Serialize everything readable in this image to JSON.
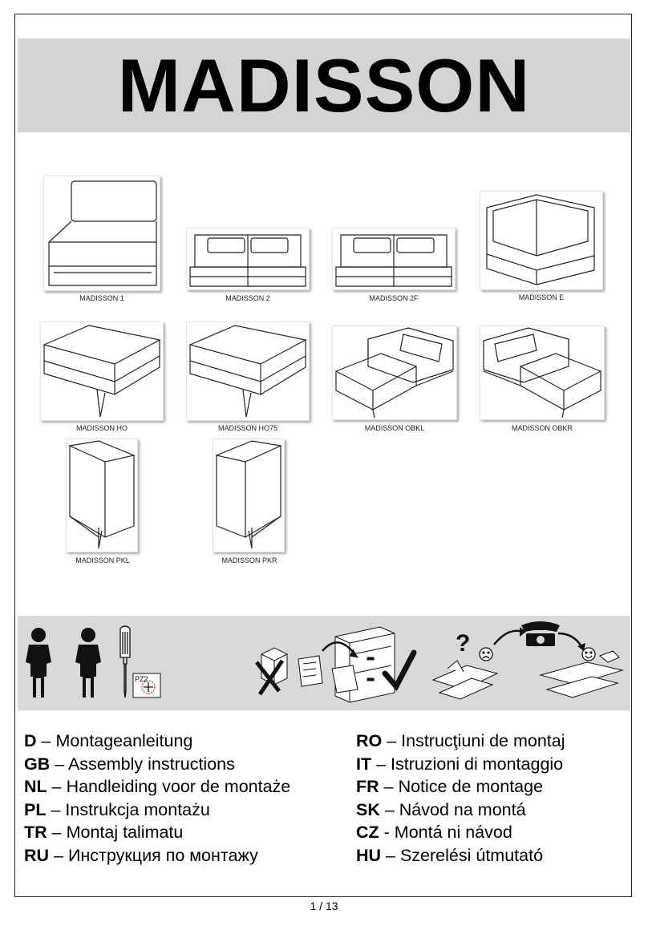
{
  "title": "MADISSON",
  "products": [
    {
      "caption": "MADISSON 1",
      "icon": "sofa-armless-single-icon"
    },
    {
      "caption": "MADISSON 2",
      "icon": "sofa-two-seat-icon"
    },
    {
      "caption": "MADISSON 2F",
      "icon": "sofa-two-seat-folding-icon"
    },
    {
      "caption": "MADISSON E",
      "icon": "sofa-corner-icon"
    },
    {
      "caption": "MADISSON HO",
      "icon": "ottoman-icon"
    },
    {
      "caption": "MADISSON HO75",
      "icon": "ottoman-75-icon"
    },
    {
      "caption": "MADISSON OBKL",
      "icon": "chaise-left-icon"
    },
    {
      "caption": "MADISSON OBKR",
      "icon": "chaise-right-icon"
    },
    {
      "caption": "MADISSON PKL",
      "icon": "side-panel-left-icon"
    },
    {
      "caption": "MADISSON PKR",
      "icon": "side-panel-right-icon"
    }
  ],
  "icon_band": {
    "tool_label": "PZ2",
    "icons": [
      "person-icon",
      "person-icon",
      "screwdriver-icon",
      "phillips-head-icon",
      "discard-box-icon",
      "file-cabinet-icon",
      "checkmark-icon",
      "question-mark-icon",
      "sad-face-icon",
      "telephone-icon",
      "happy-face-icon"
    ]
  },
  "languages_left": [
    {
      "code": "D",
      "sep": " – ",
      "text": "Montageanleitung"
    },
    {
      "code": "GB",
      "sep": " – ",
      "text": "Assembly instructions"
    },
    {
      "code": "NL",
      "sep": " – ",
      "text": "Handleiding voor de montaże"
    },
    {
      "code": "PL",
      "sep": " – ",
      "text": "Instrukcja montażu"
    },
    {
      "code": "TR",
      "sep": " – ",
      "text": "Montaj talimatu"
    },
    {
      "code": "RU",
      "sep": " – ",
      "text": "Инструкция по монтажу"
    }
  ],
  "languages_right": [
    {
      "code": "RO",
      "sep": " – ",
      "text": "Instrucţiuni de montaj"
    },
    {
      "code": "IT",
      "sep": " – ",
      "text": "Istruzioni di montaggio"
    },
    {
      "code": "FR",
      "sep": " – ",
      "text": "Notice de montage"
    },
    {
      "code": "SK",
      "sep": " – ",
      "text": "Návod na montá"
    },
    {
      "code": "CZ",
      "sep": " - ",
      "text": "Montá ni návod"
    },
    {
      "code": "HU",
      "sep": " – ",
      "text": "Szerelési útmutató"
    }
  ],
  "page_number": "1 / 13"
}
